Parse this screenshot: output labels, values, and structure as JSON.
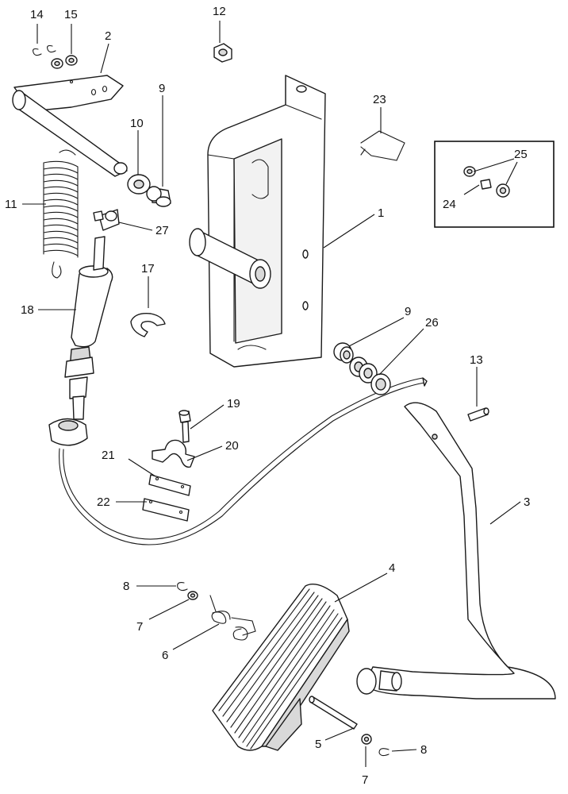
{
  "callouts": {
    "c1": "1",
    "c2": "2",
    "c3": "3",
    "c4": "4",
    "c5": "5",
    "c6": "6",
    "c7a": "7",
    "c7b": "7",
    "c8a": "8",
    "c8b": "8",
    "c9a": "9",
    "c9b": "9",
    "c10": "10",
    "c11": "11",
    "c12": "12",
    "c13": "13",
    "c14": "14",
    "c15": "15",
    "c17": "17",
    "c18": "18",
    "c19": "19",
    "c20": "20",
    "c21": "21",
    "c22": "22",
    "c23": "23",
    "c24": "24",
    "c25": "25",
    "c26": "26",
    "c27": "27"
  }
}
